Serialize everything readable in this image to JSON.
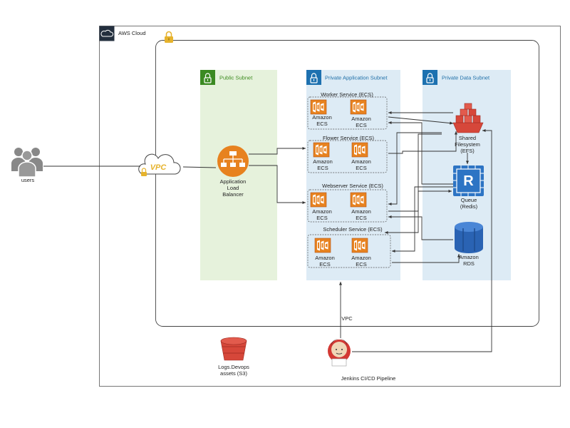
{
  "cloud": {
    "title": "AWS Cloud"
  },
  "vpc": {
    "badge": "VPC",
    "bottom_label": "VPC"
  },
  "users": {
    "label": "users"
  },
  "subnets": {
    "public": {
      "title": "Public Subnet"
    },
    "app": {
      "title": "Private Application Subnet"
    },
    "data": {
      "title": "Private Data Subnet"
    }
  },
  "alb": {
    "label_lines": [
      "Application",
      "Load",
      "Balancer"
    ]
  },
  "services": [
    {
      "title": "Worker Service (ECS)",
      "tasks": [
        [
          "Amazon",
          "ECS"
        ],
        [
          "Amazon",
          "ECS"
        ]
      ]
    },
    {
      "title": "Flower Service (ECS)",
      "tasks": [
        [
          "Amazon",
          "ECS"
        ],
        [
          "Amazon",
          "ECS"
        ]
      ]
    },
    {
      "title": "Webserver Service (ECS)",
      "tasks": [
        [
          "Amazon",
          "ECS"
        ],
        [
          "Amazon",
          "ECS"
        ]
      ]
    },
    {
      "title": "Scheduler Service (ECS)",
      "tasks": [
        [
          "Amazon",
          "ECS"
        ],
        [
          "Amazon",
          "ECS"
        ]
      ]
    }
  ],
  "data_nodes": {
    "efs": {
      "label_lines": [
        "Shared",
        "Filesystem",
        "(EFS)"
      ]
    },
    "redis": {
      "label_lines": [
        "Queue",
        "(Redis)"
      ],
      "glyph": "R"
    },
    "rds": {
      "label_lines": [
        "Amazon",
        "RDS"
      ]
    }
  },
  "s3": {
    "label_lines": [
      "Logs.Devops",
      "assets (S3)"
    ]
  },
  "jenkins": {
    "label": "Jenkins CI/CD Pipeline"
  },
  "colors": {
    "ecs_orange": "#e7821f",
    "ecs_dark": "#b4561a",
    "storage_red": "#d6473a",
    "storage_dark": "#9e2b22",
    "redis_blue": "#2d74c4",
    "rds_blue": "#2a63b3",
    "public_fill": "#e6f2dc",
    "public_accent": "#3b8a22",
    "private_fill": "#ddebf5",
    "private_accent": "#1d71b0",
    "lock_gold": "#e6b32d"
  }
}
